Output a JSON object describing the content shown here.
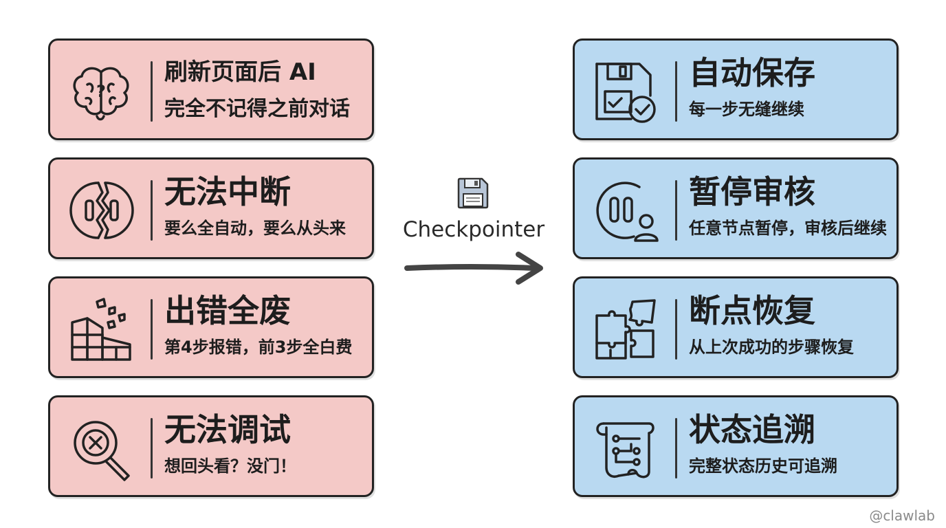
{
  "problems": [
    {
      "title": "刷新页面后 AI",
      "subtitle": "完全不记得之前对话",
      "icon": "brain-icon"
    },
    {
      "title": "无法中断",
      "subtitle": "要么全自动，要么从头来",
      "icon": "broken-circle-icon"
    },
    {
      "title": "出错全废",
      "subtitle": "第4步报错，前3步全白费",
      "icon": "crumbling-blocks-icon"
    },
    {
      "title": "无法调试",
      "subtitle": "想回头看？没门！",
      "icon": "magnifier-x-icon"
    }
  ],
  "middle": {
    "label": "Checkpointer",
    "icon": "floppy-disk-icon"
  },
  "solutions": [
    {
      "title": "自动保存",
      "subtitle": "每一步无缝继续",
      "icon": "floppy-check-icon"
    },
    {
      "title": "暂停审核",
      "subtitle": "任意节点暂停，审核后继续",
      "icon": "pause-person-icon"
    },
    {
      "title": "断点恢复",
      "subtitle": "从上次成功的步骤恢复",
      "icon": "puzzle-icon"
    },
    {
      "title": "状态追溯",
      "subtitle": "完整状态历史可追溯",
      "icon": "scroll-flow-icon"
    }
  ],
  "watermark": "@clawlab",
  "colors": {
    "problem_bg": "#f4c9c7",
    "solution_bg": "#b9d9f1",
    "outline": "#222222"
  }
}
